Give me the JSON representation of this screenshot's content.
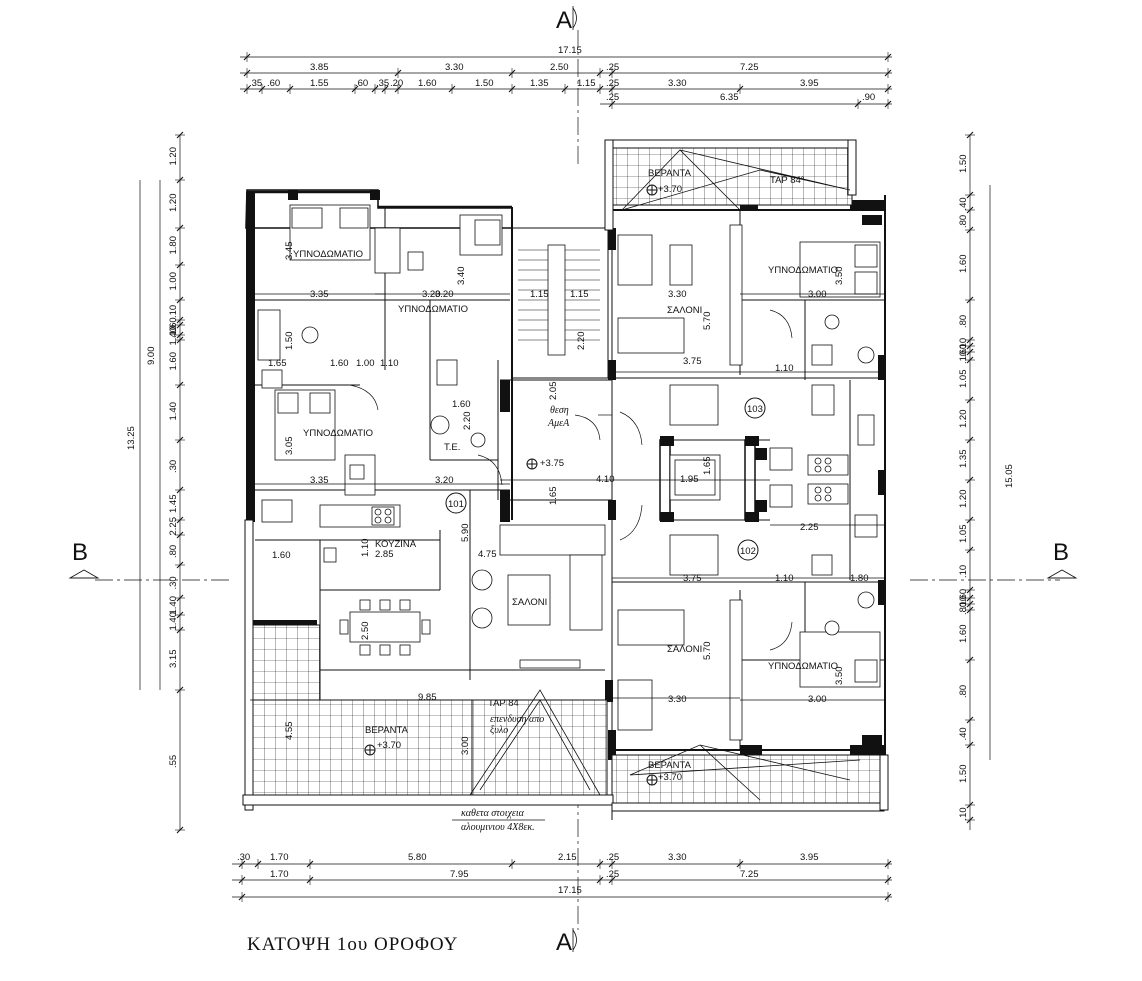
{
  "plan_title": "ΚΑΤΟΨΗ 1ου ΟΡΟΦΟΥ",
  "section_marks": {
    "a": "A",
    "b": "B"
  },
  "dims_top": {
    "row1": [
      "17.15"
    ],
    "row2": [
      "3.85",
      "3.30",
      "2.50",
      ".25",
      "7.25"
    ],
    "row3": [
      ".35",
      ".60",
      "1.55",
      ".60",
      ".35",
      ".20",
      "1.60",
      "1.50",
      "1.35",
      "1.15",
      ".25",
      "3.30",
      "3.95"
    ],
    "row4": [
      ".25",
      "6.35",
      ".90"
    ]
  },
  "dims_bottom": {
    "row1": [
      ".30",
      "1.70",
      "5.80",
      "2.15",
      ".25",
      "3.30",
      "3.95"
    ],
    "row2": [
      "1.70",
      "7.95",
      ".25",
      "7.25"
    ],
    "row3": [
      "17.15"
    ]
  },
  "dims_left": {
    "inner": [
      "1.20",
      "1.20",
      "1.80",
      "1.00",
      ".10",
      ".60",
      ".10",
      "1.40",
      "1.60",
      "1.40",
      ".30",
      "1.45",
      "2.25",
      ".80",
      ".30",
      "1.40",
      "1.40",
      "3.15",
      ".55"
    ],
    "outer": [
      "9.00",
      "13.25"
    ]
  },
  "dims_right": {
    "inner": [
      "1.50",
      ".40",
      ".80",
      "1.60",
      ".80",
      ".10",
      ".60",
      ".10",
      "1.05",
      "1.20",
      "1.35",
      "1.20",
      "1.05",
      ".10",
      ".60",
      ".10",
      ".80",
      "1.60",
      ".80",
      ".40",
      "1.50",
      ".10"
    ],
    "outer": [
      "15.05"
    ]
  },
  "rooms": {
    "bed_1": "ΥΠΝΟΔΩΜΑΤΙΟ",
    "bed_2": "ΥΠΝΟΔΩΜΑΤΙΟ",
    "bed_3": "ΥΠΝΟΔΩΜΑΤΙΟ",
    "bed_4": "ΥΠΝΟΔΩΜΑΤΙΟ",
    "bed_5": "ΥΠΝΟΔΩΜΑΤΙΟ",
    "kitchen": "ΚΟΥΖΙΝΑ",
    "living_101": "ΣΑΛΟΝΙ",
    "living_103": "ΣΑΛΟΝΙ",
    "living_102": "ΣΑΛΟΝΙ",
    "veranda_top": "ΒΕΡΑΝΤΑ",
    "veranda_left": "ΒΕΡΑΝΤΑ",
    "veranda_bottom": "ΒΕΡΑΝΤΑ"
  },
  "apartments": {
    "a101": "101",
    "a102": "102",
    "a103": "103"
  },
  "levels": {
    "top": "+3.70",
    "left": "+3.70",
    "bottom": "+3.70",
    "hall": "+3.75"
  },
  "annotations": {
    "tap_top": "ΤΑΡ 84°",
    "tap_left": "ΤΑΡ 84",
    "pergola_1": "επενδυση απο",
    "pergola_2": "ξυλο",
    "vertical_1": "καθετα στοιχεια",
    "vertical_2": "αλουμινιου 4Χ8εκ.",
    "parking_1": "θεση",
    "parking_2": "ΑμεΑ",
    "te": "Τ.Ε."
  },
  "room_dims": {
    "bed1_w": "3.35",
    "bed1_h": "3.45",
    "bed2_w": "3.20",
    "bed2_h": "3.40",
    "bed3_w": "3.35",
    "bed3_h": "3.05",
    "hall_w": "3.20",
    "kitchen_w": "2.85",
    "kitchen_h": "1.10",
    "living_w": "4.75",
    "living_h": "5.90",
    "dining_h": "2.50",
    "stair_1": "1.15",
    "stair_2": "1.15",
    "stair_3": "2.20",
    "stair_4": "2.05",
    "core_w": "4.10",
    "core_1": "1.95",
    "core_2": "1.65",
    "core_3": "1.65",
    "a103_living_w": "3.30",
    "a103_living_h": "5.70",
    "a103_dining": "3.75",
    "a103_bed_w": "3.00",
    "a103_bed_h": "3.50",
    "a103_bath": "1.10",
    "a102_living_w": "3.30",
    "a102_living_h": "5.70",
    "a102_dining": "3.75",
    "a102_bed_w": "3.00",
    "a102_bed_h": "3.50",
    "a102_bath": "1.10",
    "veranda_w": "9.85",
    "veranda_h": "4.55",
    "veranda_3": "3.00",
    "a103_kitchen": "2.25",
    "bath_1": "1.60",
    "bath_2": "1.00",
    "bath_3": "1.10",
    "bath_4": "1.50",
    "bath_5": "1.65",
    "hall_h": "2.20",
    "hall_1": "1.60",
    "hall_2": "3.20",
    "hall_3": "1.80",
    "hall_4": "1.60"
  }
}
